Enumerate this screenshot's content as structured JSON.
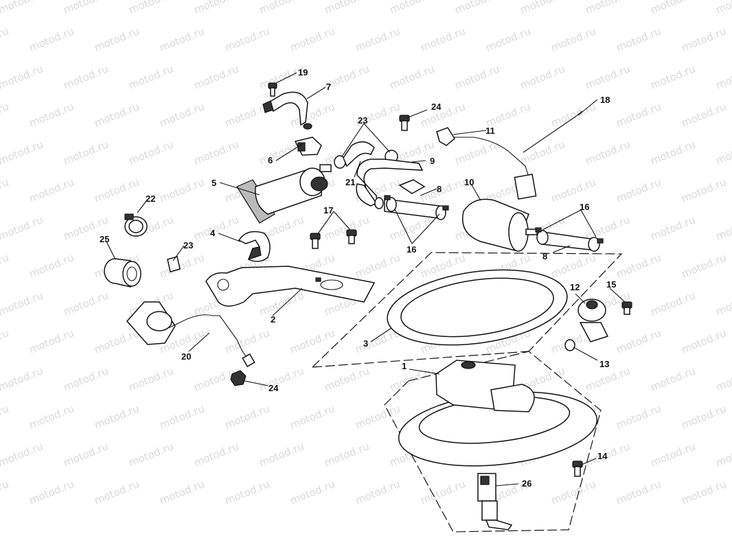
{
  "watermark_text": "motod.ru",
  "callouts": [
    {
      "id": "c1",
      "number": "1"
    },
    {
      "id": "c2",
      "number": "2"
    },
    {
      "id": "c3",
      "number": "3"
    },
    {
      "id": "c4",
      "number": "4"
    },
    {
      "id": "c5",
      "number": "5"
    },
    {
      "id": "c6",
      "number": "6"
    },
    {
      "id": "c7",
      "number": "7"
    },
    {
      "id": "c8a",
      "number": "8"
    },
    {
      "id": "c8b",
      "number": "8"
    },
    {
      "id": "c9",
      "number": "9"
    },
    {
      "id": "c10",
      "number": "10"
    },
    {
      "id": "c11",
      "number": "11"
    },
    {
      "id": "c12",
      "number": "12"
    },
    {
      "id": "c13",
      "number": "13"
    },
    {
      "id": "c14",
      "number": "14"
    },
    {
      "id": "c15",
      "number": "15"
    },
    {
      "id": "c16a",
      "number": "16"
    },
    {
      "id": "c16b",
      "number": "16"
    },
    {
      "id": "c17",
      "number": "17"
    },
    {
      "id": "c18",
      "number": "18"
    },
    {
      "id": "c19",
      "number": "19"
    },
    {
      "id": "c20",
      "number": "20"
    },
    {
      "id": "c21",
      "number": "21"
    },
    {
      "id": "c22",
      "number": "22"
    },
    {
      "id": "c23a",
      "number": "23"
    },
    {
      "id": "c23b",
      "number": "23"
    },
    {
      "id": "c24a",
      "number": "24"
    },
    {
      "id": "c24b",
      "number": "24"
    },
    {
      "id": "c25",
      "number": "25"
    },
    {
      "id": "c26",
      "number": "26"
    }
  ]
}
